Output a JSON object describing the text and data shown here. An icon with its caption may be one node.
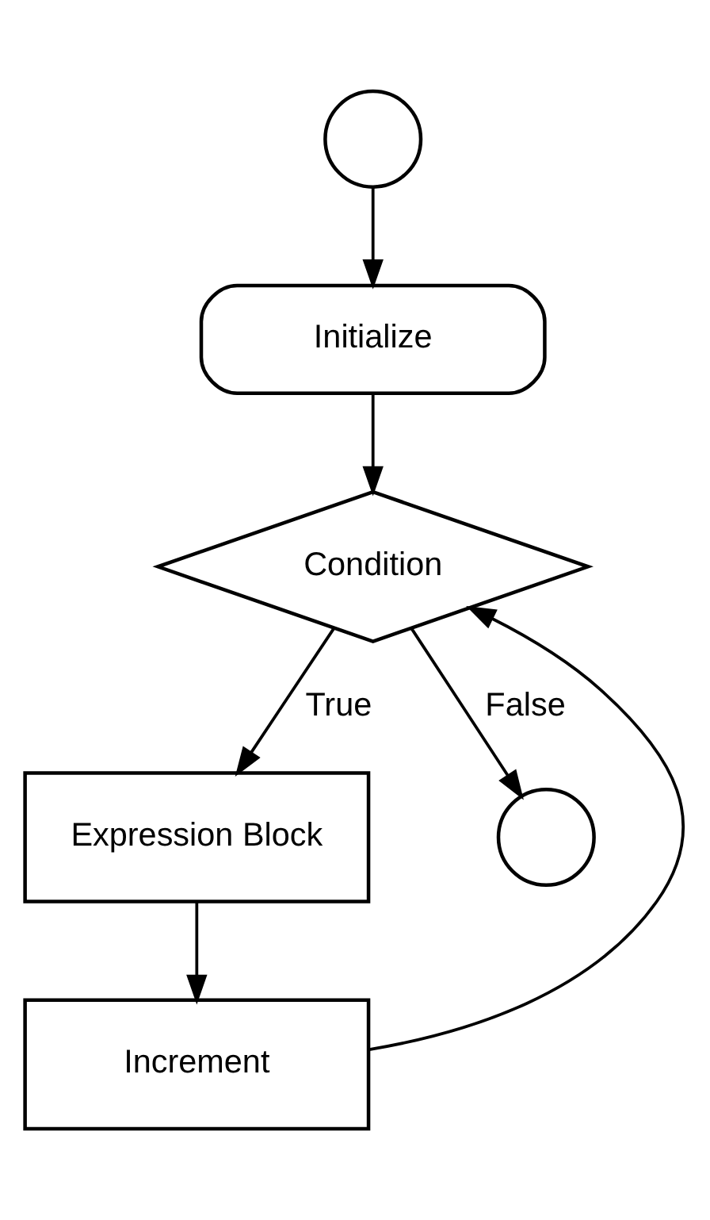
{
  "diagram": {
    "nodes": [
      {
        "text": [],
        "shape": "circle"
      },
      {
        "text": [
          "Initialize"
        ]
      },
      {
        "text": [
          "Condition"
        ]
      },
      {
        "text": [
          "Expression Block"
        ]
      },
      {
        "text": [
          "Increment"
        ]
      },
      {
        "text": [],
        "shape": "circle"
      }
    ],
    "edges": [
      {
        "from": 0,
        "to": 1,
        "arrow": "to"
      },
      {
        "from": 1,
        "to": 2,
        "arrow": "to"
      },
      {
        "from": 2,
        "to": 3,
        "arrow": "to",
        "label": "True"
      },
      {
        "from": 3,
        "to": 4,
        "arrow": "to"
      },
      {
        "from": 4,
        "to": 2,
        "arrow": "to"
      },
      {
        "from": 2,
        "to": 5,
        "arrow": "to",
        "label": "False"
      }
    ]
  }
}
